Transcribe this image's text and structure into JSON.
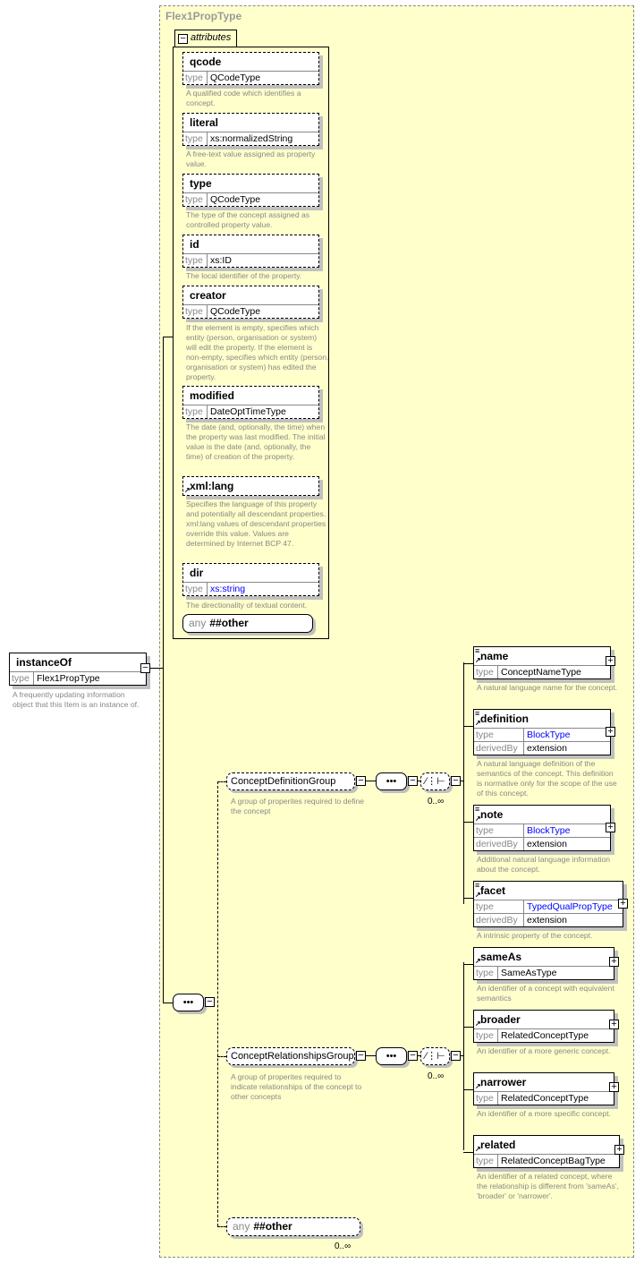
{
  "complex_type": "Flex1PropType",
  "attributes_tab": "attributes",
  "attributes": [
    {
      "name": "qcode",
      "type_label": "type",
      "type": "QCodeType",
      "desc": "A qualified code which identifies a concept."
    },
    {
      "name": "literal",
      "type_label": "type",
      "type": "xs:normalizedString",
      "desc": "A free-text value assigned as property value."
    },
    {
      "name": "type",
      "type_label": "type",
      "type": "QCodeType",
      "desc": "The type of the concept assigned as controlled property value."
    },
    {
      "name": "id",
      "type_label": "type",
      "type": "xs:ID",
      "desc": "The local identifier of the property."
    },
    {
      "name": "creator",
      "type_label": "type",
      "type": "QCodeType",
      "desc": "If the element is empty, specifies which entity (person, organisation or system) will edit the property. If the element is non-empty, specifies which entity (person, organisation or system) has edited the property."
    },
    {
      "name": "modified",
      "type_label": "type",
      "type": "DateOptTimeType",
      "desc": "The date (and, optionally, the time) when the property was last modified. The initial value is the date (and, optionally, the time) of creation of the property."
    },
    {
      "name": "xml:lang",
      "desc": "Specifies the language of this property and potentially all descendant properties. xml:lang values of descendant properties override this value. Values are determined by Internet BCP 47."
    },
    {
      "name": "dir",
      "type_label": "type",
      "type": "xs:string",
      "desc": "The directionality of textual content."
    }
  ],
  "attributes_any": {
    "label": "any",
    "value": "##other"
  },
  "root": {
    "name": "instanceOf",
    "type_label": "type",
    "type": "Flex1PropType",
    "desc": "A frequently updating information object that this Item is an instance of."
  },
  "groups": [
    {
      "name": "ConceptDefinitionGroup",
      "desc": "A group of properites required to define the concept",
      "multiplicity": "0..∞"
    },
    {
      "name": "ConceptRelationshipsGroup",
      "desc": "A group of properites required to indicate relationships of the concept to other concepts",
      "multiplicity": "0..∞"
    }
  ],
  "elements": [
    {
      "name": "name",
      "type_label": "type",
      "type": "ConceptNameType",
      "desc": "A natural language name for the concept."
    },
    {
      "name": "definition",
      "type_label": "type",
      "type": "BlockType",
      "derived_label": "derivedBy",
      "derived": "extension",
      "desc": "A natural language definition of the semantics of the concept. This definition is normative only for the scope of the use of this concept."
    },
    {
      "name": "note",
      "type_label": "type",
      "type": "BlockType",
      "derived_label": "derivedBy",
      "derived": "extension",
      "desc": "Additional natural language information about the concept."
    },
    {
      "name": "facet",
      "type_label": "type",
      "type": "TypedQualPropType",
      "derived_label": "derivedBy",
      "derived": "extension",
      "desc": "A intrinsic property of the concept."
    },
    {
      "name": "sameAs",
      "type_label": "type",
      "type": "SameAsType",
      "desc": "An identifier of a concept with equivalent semantics"
    },
    {
      "name": "broader",
      "type_label": "type",
      "type": "RelatedConceptType",
      "desc": "An identifier of a more generic concept."
    },
    {
      "name": "narrower",
      "type_label": "type",
      "type": "RelatedConceptType",
      "desc": "An identifier of a more specific concept."
    },
    {
      "name": "related",
      "type_label": "type",
      "type": "RelatedConceptBagType",
      "desc": "An identifier of a related concept, where the relationship is different from 'sameAs', 'broader' or 'narrower'."
    }
  ],
  "content_any": {
    "label": "any",
    "value": "##other",
    "multiplicity": "0..∞"
  },
  "colors": {
    "background": "#ffffcc",
    "link": "#0000ff",
    "muted": "#888888"
  }
}
